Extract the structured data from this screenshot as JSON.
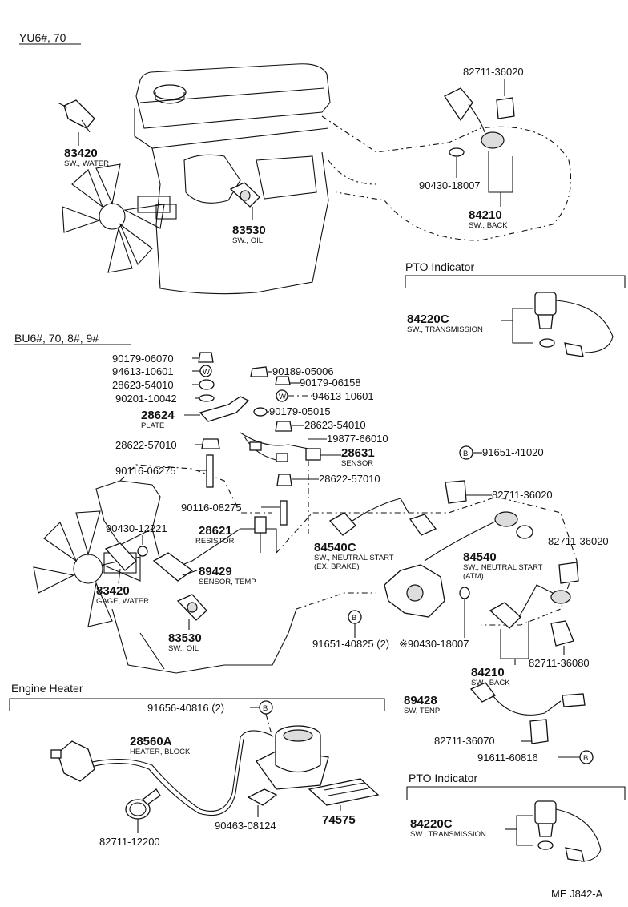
{
  "sections": {
    "top_model": "YU6#, 70",
    "mid_model": "BU6#, 70, 8#, 9#",
    "engine_heater": "Engine Heater",
    "pto_top": "PTO Indicator",
    "pto_bottom": "PTO Indicator"
  },
  "labels": {
    "t_83420": "83420",
    "t_83420_d": "SW., WATER",
    "t_83530": "83530",
    "t_83530_d": "SW., OIL",
    "t_82711_36020_a": "82711-36020",
    "t_90430_18007": "90430-18007",
    "t_84210": "84210",
    "t_84210_d": "SW., BACK",
    "t_84220C_a": "84220C",
    "t_84220C_a_d": "SW., TRANSMISSION",
    "m_90179_06070": "90179-06070",
    "m_94613_10601_a": "94613-10601",
    "m_28623_54010_a": "28623-54010",
    "m_90201_10042": "90201-10042",
    "m_28624": "28624",
    "m_28624_d": "PLATE",
    "m_28622_57010_a": "28622-57010",
    "m_90116_06275": "90116-06275",
    "m_90430_12221": "90430-12221",
    "m_90116_08275": "90116-08275",
    "m_28621": "28621",
    "m_28621_d": "RESISTOR",
    "m_89429": "89429",
    "m_89429_d": "SENSOR, TEMP",
    "m_83420": "83420",
    "m_83420_d": "GAGE, WATER",
    "m_83530": "83530",
    "m_83530_d": "SW., OIL",
    "m_90189_05006": "90189-05006",
    "m_90179_06158": "90179-06158",
    "m_94613_10601_b": "94613-10601",
    "m_90179_05015": "90179-05015",
    "m_28623_54010_b": "28623-54010",
    "m_19877_66010": "19877-66010",
    "m_28631": "28631",
    "m_28631_d": "SENSOR",
    "m_28622_57010_b": "28622-57010",
    "m_84540C": "84540C",
    "m_84540C_d1": "SW., NEUTRAL START",
    "m_84540C_d2": "(EX. BRAKE)",
    "m_91651_41020": "91651-41020",
    "m_82711_36020_b": "82711-36020",
    "m_82711_36020_c": "82711-36020",
    "m_84540": "84540",
    "m_84540_d1": "SW., NEUTRAL START",
    "m_84540_d2": "(ATM)",
    "m_91651_40825": "91651-40825 (2)",
    "m_90430_18007": "※90430-18007",
    "m_84210": "84210",
    "m_84210_d": "SW., BACK",
    "m_82711_36080": "82711-36080",
    "m_89428": "89428",
    "m_89428_d": "SW, TENP",
    "m_82711_36070": "82711-36070",
    "m_91611_60816": "91611-60816",
    "b_84220C": "84220C",
    "b_84220C_d": "SW., TRANSMISSION",
    "h_91656_40816": "91656-40816 (2)",
    "h_28560A": "28560A",
    "h_28560A_d": "HEATER, BLOCK",
    "h_82711_12200": "82711-12200",
    "h_90463_08124": "90463-08124",
    "h_74575": "74575",
    "footer_code": "ME J842-A"
  },
  "symbols": {
    "bolt_b": "B",
    "washer_w": "W"
  }
}
